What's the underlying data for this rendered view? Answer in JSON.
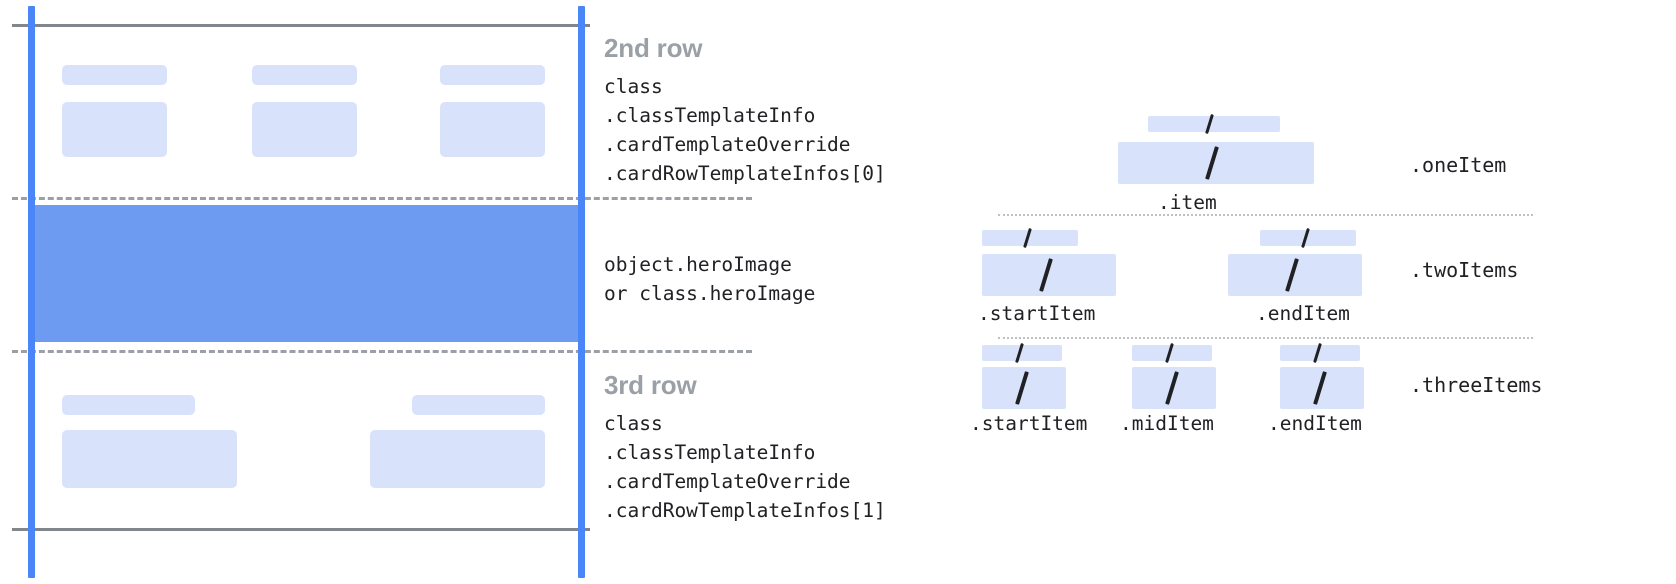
{
  "left_diagram": {
    "rows": [
      {
        "title": "2nd row",
        "code": "class\n.classTemplateInfo\n.cardTemplateOverride\n.cardRowTemplateInfos[0]"
      },
      {
        "title": "",
        "code": "object.heroImage\nor class.heroImage"
      },
      {
        "title": "3rd row",
        "code": "class\n.classTemplateInfo\n.cardTemplateOverride\n.cardRowTemplateInfos[1]"
      }
    ]
  },
  "right_diagram": {
    "groups": [
      {
        "name": ".oneItem",
        "slots": [
          {
            "label": ".item"
          }
        ]
      },
      {
        "name": ".twoItems",
        "slots": [
          {
            "label": ".startItem"
          },
          {
            "label": ".endItem"
          }
        ]
      },
      {
        "name": ".threeItems",
        "slots": [
          {
            "label": ".startItem"
          },
          {
            "label": ".midItem"
          },
          {
            "label": ".endItem"
          }
        ]
      }
    ]
  },
  "colors": {
    "accent_blue": "#4a86f7",
    "hero_blue": "#6d9bf1",
    "placeholder_blue": "#d9e2fb",
    "rule_gray": "#80868b",
    "dashed_gray": "#9aa0a6",
    "title_gray": "#9aa0a6",
    "text_dark": "#202124"
  }
}
